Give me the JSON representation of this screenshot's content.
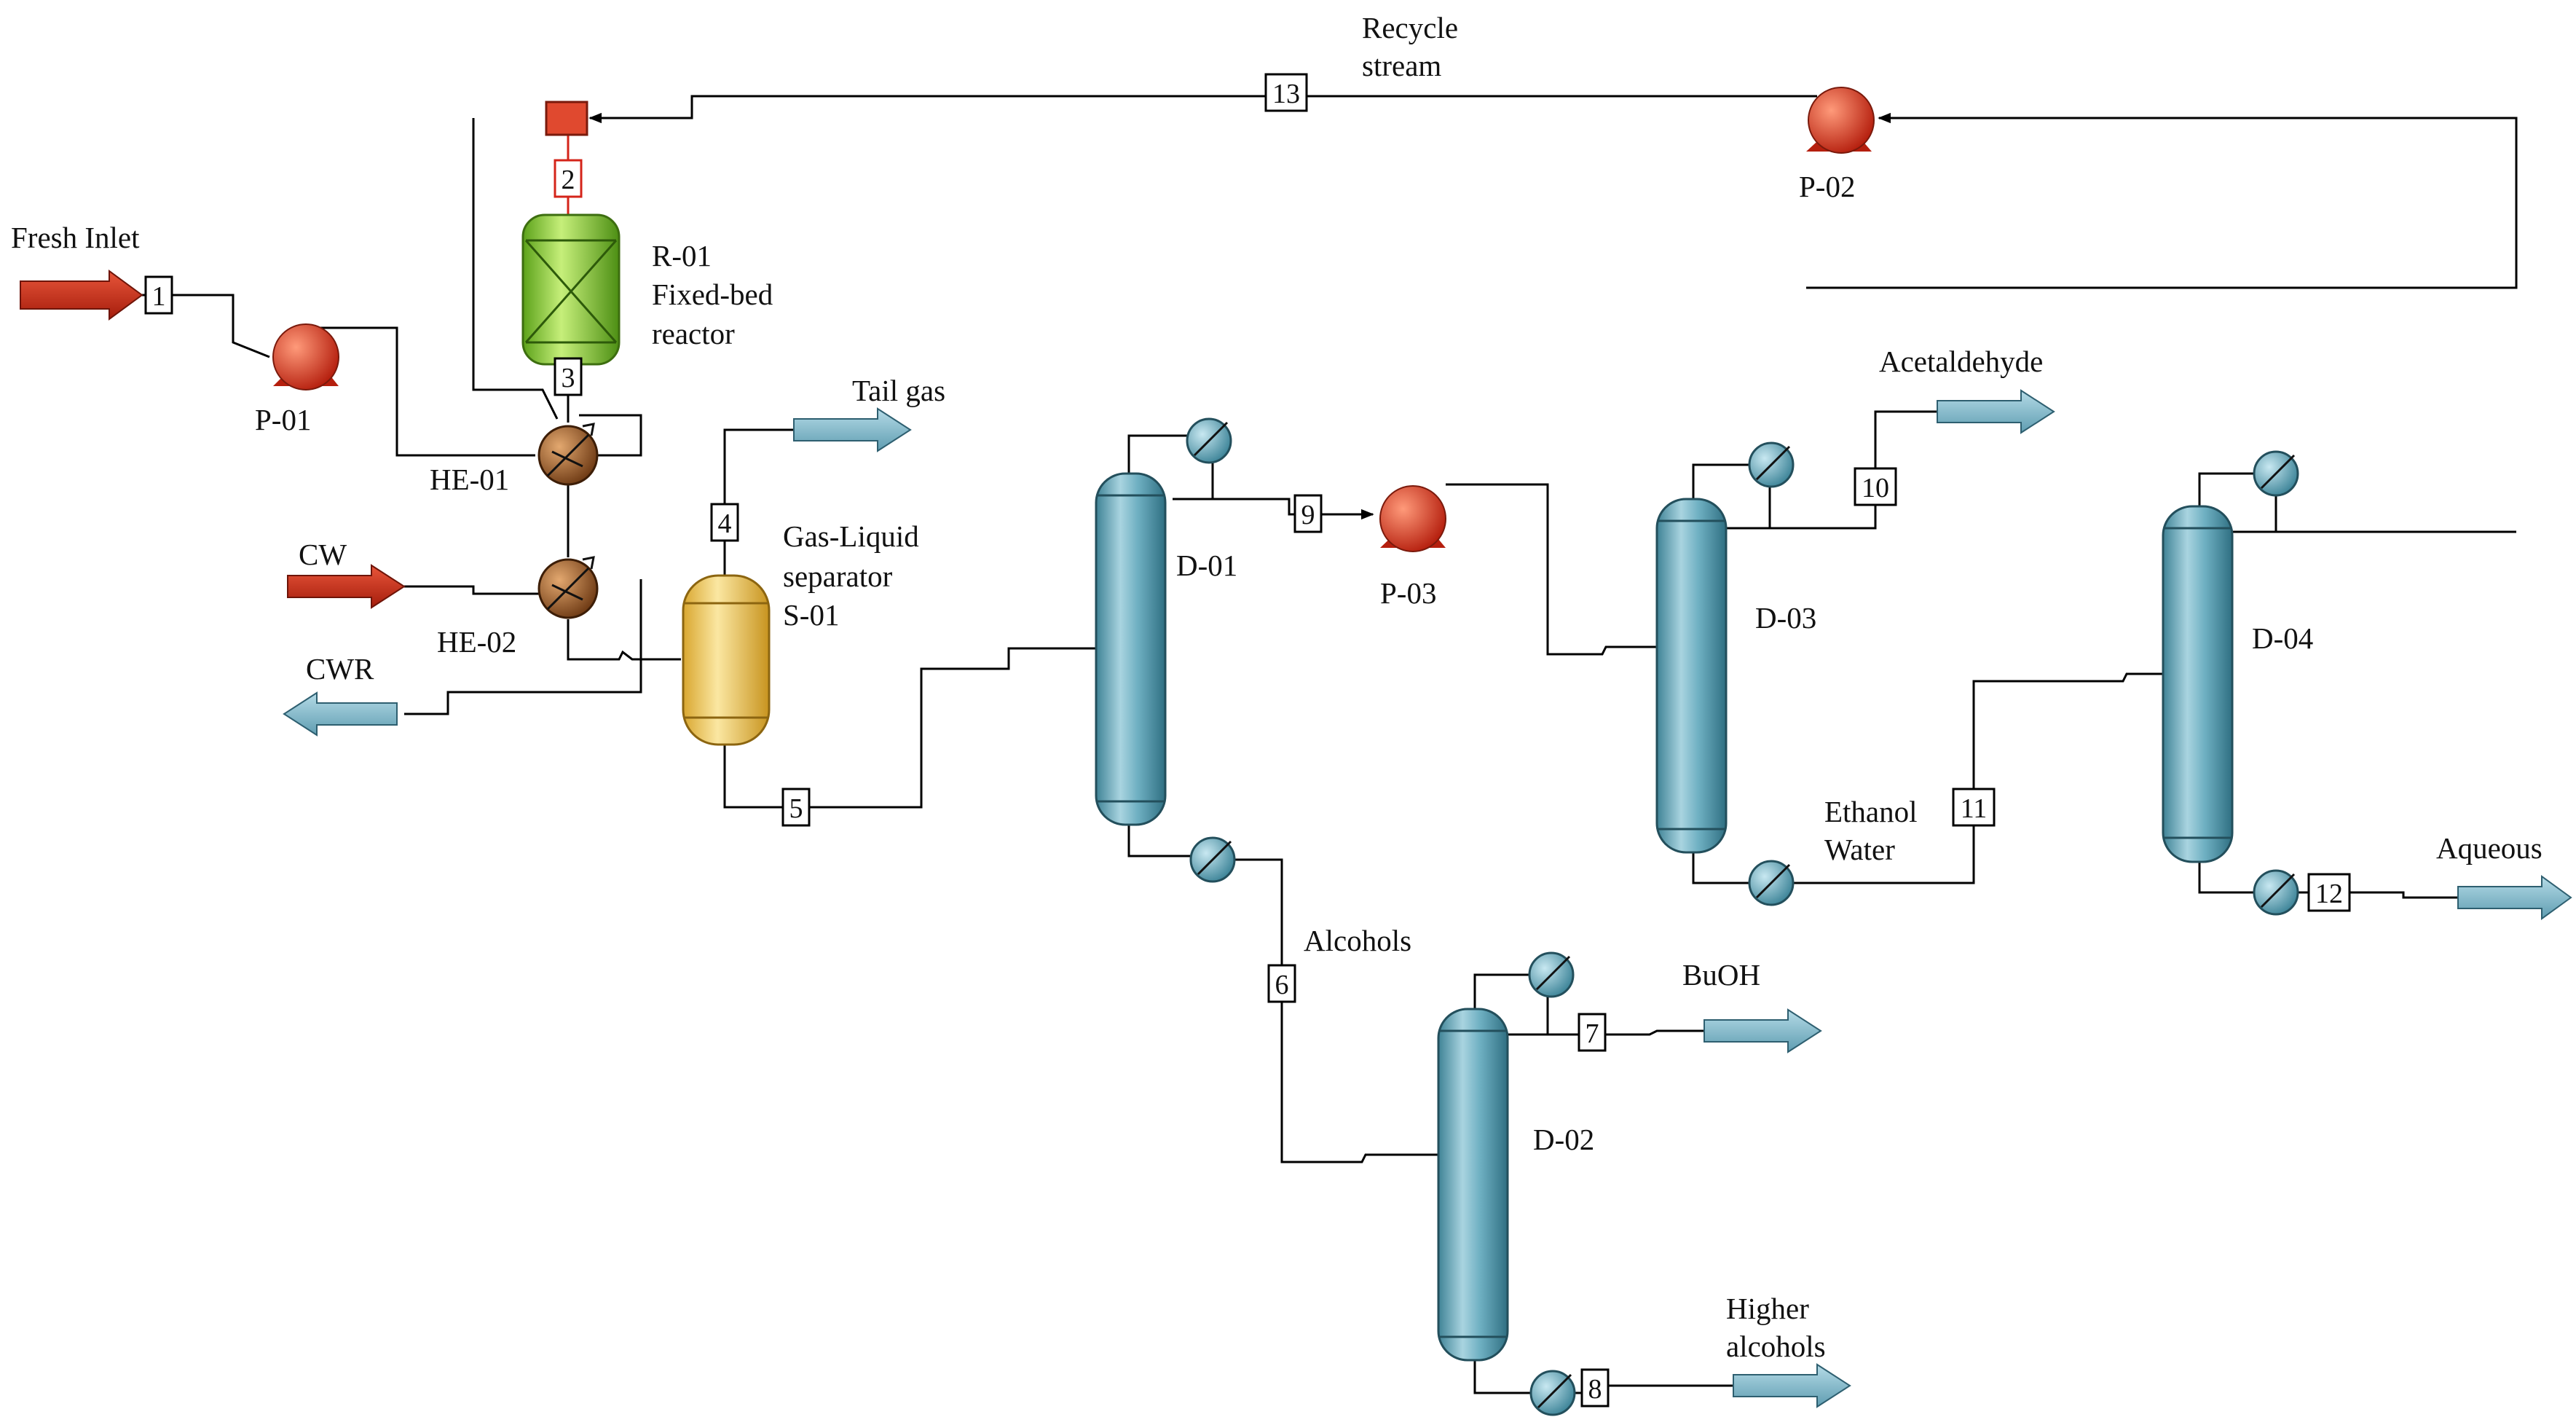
{
  "labels": {
    "fresh_inlet": "Fresh Inlet",
    "cw": "CW",
    "cwr": "CWR",
    "tail_gas": "Tail gas",
    "acetaldehyde": "Acetaldehyde",
    "aqueous": "Aqueous",
    "buoh": "BuOH",
    "higher_alcohols_1": "Higher",
    "higher_alcohols_2": "alcohols",
    "alcohols": "Alcohols",
    "ethanol": "Ethanol",
    "water": "Water",
    "recycle_1": "Recycle",
    "recycle_2": "stream"
  },
  "equipment": {
    "p01": "P-01",
    "p02": "P-02",
    "p03": "P-03",
    "he01": "HE-01",
    "he02": "HE-02",
    "r01_1": "R-01",
    "r01_2": "Fixed-bed",
    "r01_3": "reactor",
    "s01_1": "Gas-Liquid",
    "s01_2": "separator",
    "s01_3": "S-01",
    "d01": "D-01",
    "d02": "D-02",
    "d03": "D-03",
    "d04": "D-04"
  },
  "streams": {
    "s1": "1",
    "s2": "2",
    "s3": "3",
    "s4": "4",
    "s5": "5",
    "s6": "6",
    "s7": "7",
    "s8": "8",
    "s9": "9",
    "s10": "10",
    "s11": "11",
    "s12": "12",
    "s13": "13"
  },
  "colors": {
    "feed_arrow": "#c8321c",
    "product_arrow": "#7fb6c8",
    "column": "#5fa3b5",
    "reactor": "#8dd13a",
    "separator": "#f0c95a",
    "exchanger": "#9a5a2a",
    "pump": "#e0492f"
  }
}
